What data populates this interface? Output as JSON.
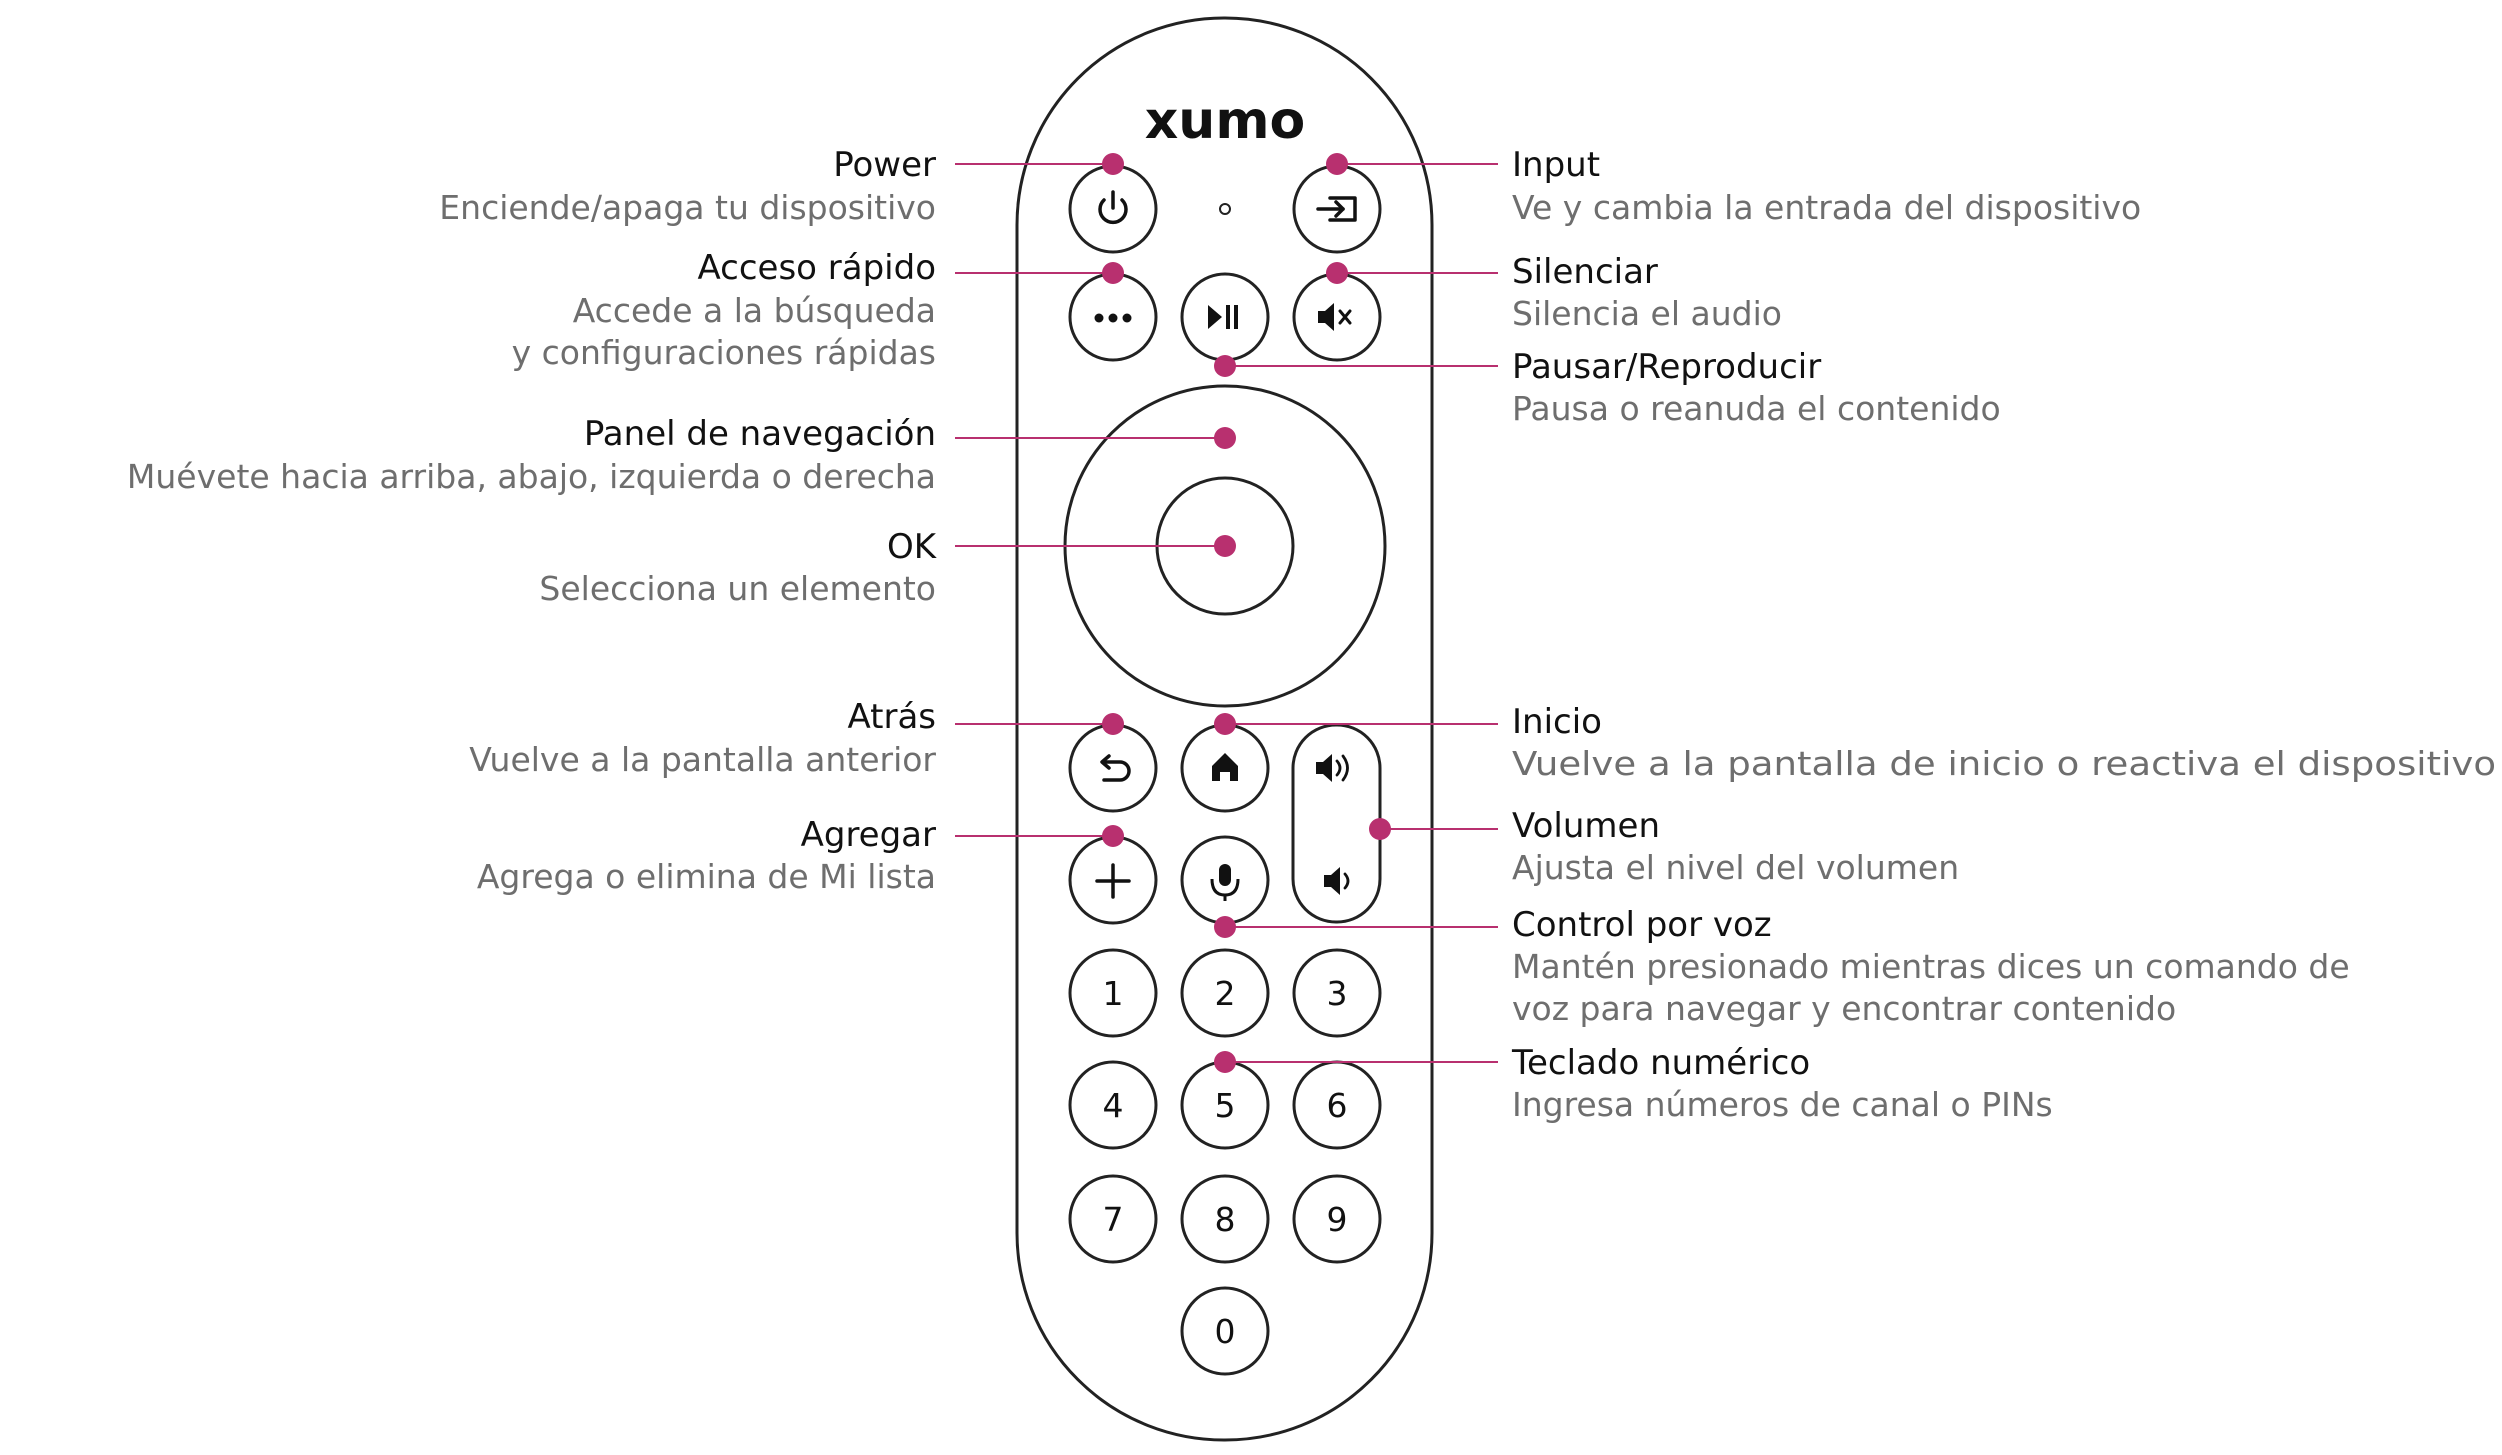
{
  "brand": "xumo",
  "colors": {
    "accent": "#b8306f",
    "ink": "#111111",
    "muted": "#6e6e6e"
  },
  "annotations": {
    "power": {
      "title": "Power",
      "desc": [
        "Enciende/apaga tu dispositivo"
      ]
    },
    "quick": {
      "title": "Acceso rápido",
      "desc": [
        "Accede a la búsqueda",
        "y configuraciones rápidas"
      ]
    },
    "nav": {
      "title": "Panel de navegación",
      "desc": [
        "Muévete hacia arriba, abajo, izquierda o derecha"
      ]
    },
    "ok": {
      "title": "OK",
      "desc": [
        "Selecciona un elemento"
      ]
    },
    "back": {
      "title": "Atrás",
      "desc": [
        "Vuelve a la pantalla anterior"
      ]
    },
    "add": {
      "title": "Agregar",
      "desc": [
        "Agrega o elimina de Mi lista"
      ]
    },
    "input": {
      "title": "Input",
      "desc": [
        "Ve y cambia la entrada del dispositivo"
      ]
    },
    "mute": {
      "title": "Silenciar",
      "desc": [
        "Silencia el audio"
      ]
    },
    "playpause": {
      "title": "Pausar/Reproducir",
      "desc": [
        "Pausa o reanuda el contenido"
      ]
    },
    "home": {
      "title": "Inicio",
      "desc": [
        "Vuelve a la pantalla de inicio o reactiva el dispositivo"
      ]
    },
    "volume": {
      "title": "Volumen",
      "desc": [
        "Ajusta el nivel del volumen"
      ]
    },
    "voice": {
      "title": "Control por voz",
      "desc": [
        "Mantén presionado mientras dices un comando de",
        "voz para navegar y encontrar contenido"
      ]
    },
    "numpad": {
      "title": "Teclado numérico",
      "desc": [
        "Ingresa números de canal o PINs"
      ]
    }
  },
  "keypad": [
    "1",
    "2",
    "3",
    "4",
    "5",
    "6",
    "7",
    "8",
    "9",
    "0"
  ],
  "icons": {
    "power": "power-icon",
    "input": "input-icon",
    "quick": "more-dots-icon",
    "playpause": "play-pause-icon",
    "mute": "mute-icon",
    "back": "back-arrow-icon",
    "home": "home-icon",
    "add": "plus-icon",
    "voice": "microphone-icon",
    "vol_up": "volume-up-icon",
    "vol_down": "volume-down-icon"
  }
}
